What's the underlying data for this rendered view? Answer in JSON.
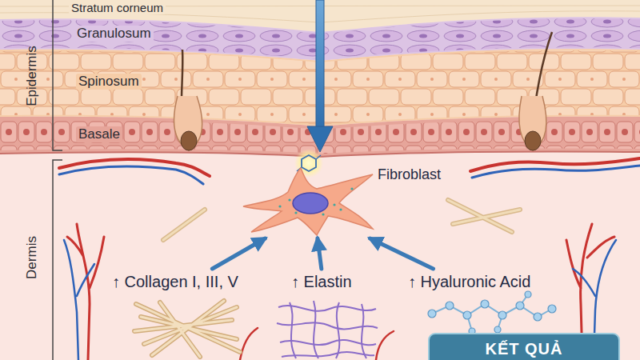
{
  "diagram": {
    "nodes": [
      {
        "text": [
          "Fibroblast"
        ]
      },
      {
        "text": [
          "↑ Collagen I, III, V"
        ]
      },
      {
        "text": [
          "↑ Elastin"
        ]
      },
      {
        "text": [
          "↑ Hyaluronic Acid"
        ]
      },
      {
        "text": [
          "KẾT QUẢ"
        ]
      }
    ],
    "edges": [
      {
        "from": 1,
        "to": 0,
        "arrow": "to"
      },
      {
        "from": 2,
        "to": 0,
        "arrow": "to"
      },
      {
        "from": 3,
        "to": 0,
        "arrow": "to"
      }
    ],
    "labels": [
      "Stratum corneum",
      "Granulosum",
      "Spinosum",
      "Basale",
      "Epidermis",
      "Dermis"
    ]
  }
}
